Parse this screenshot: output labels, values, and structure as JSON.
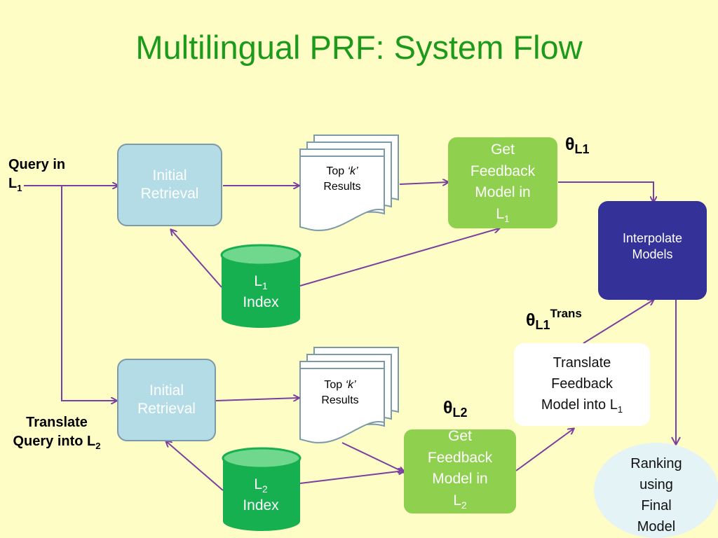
{
  "title": "Multilingual PRF: System Flow",
  "query_label": {
    "line1": "Query in",
    "lang": "L",
    "lang_sub": "1"
  },
  "translate_query_label": {
    "line1": "Translate",
    "line2_prefix": "Query into L",
    "lang_sub": "2"
  },
  "retrieval_top": {
    "line1": "Initial",
    "line2": "Retrieval"
  },
  "retrieval_bottom": {
    "line1": "Initial",
    "line2": "Retrieval"
  },
  "results_top": {
    "prefix": "Top ",
    "k": "‘k’",
    "line2": "Results"
  },
  "results_bottom": {
    "prefix": "Top ",
    "k": "‘k’",
    "line2": "Results"
  },
  "index_l1": {
    "lang": "L",
    "lang_sub": "1",
    "label": "Index"
  },
  "index_l2": {
    "lang": "L",
    "lang_sub": "2",
    "label": "Index"
  },
  "feedback_top": {
    "line1": "Get",
    "line2": "Feedback",
    "line3": "Model in",
    "lang": "L",
    "lang_sub": "1"
  },
  "feedback_bottom": {
    "line1": "Get",
    "line2": "Feedback",
    "line3": "Model in",
    "lang": "L",
    "lang_sub": "2"
  },
  "interpolate": {
    "line1": "Interpolate",
    "line2": "Models"
  },
  "translate_model": {
    "line1": "Translate",
    "line2": "Feedback",
    "line3_prefix": "Model into L",
    "lang_sub": "1"
  },
  "ranking": {
    "line1": "Ranking",
    "line2": "using",
    "line3": "Final",
    "line4": "Model"
  },
  "theta_l1": {
    "symbol": "θ",
    "sub": "L1"
  },
  "theta_l2": {
    "symbol": "θ",
    "sub": "L2"
  },
  "theta_trans": {
    "symbol": "θ",
    "sub": "L1",
    "sup": "Trans"
  },
  "colors": {
    "background": "#fffdc6",
    "title": "#1c9a1c",
    "arrow": "#7b3fa0",
    "retrieval_fill": "#b4dce6",
    "feedback_fill": "#8fd14f",
    "index_fill": "#17b050",
    "interpolate_fill": "#343199",
    "ranking_fill": "#e4f3f6"
  }
}
